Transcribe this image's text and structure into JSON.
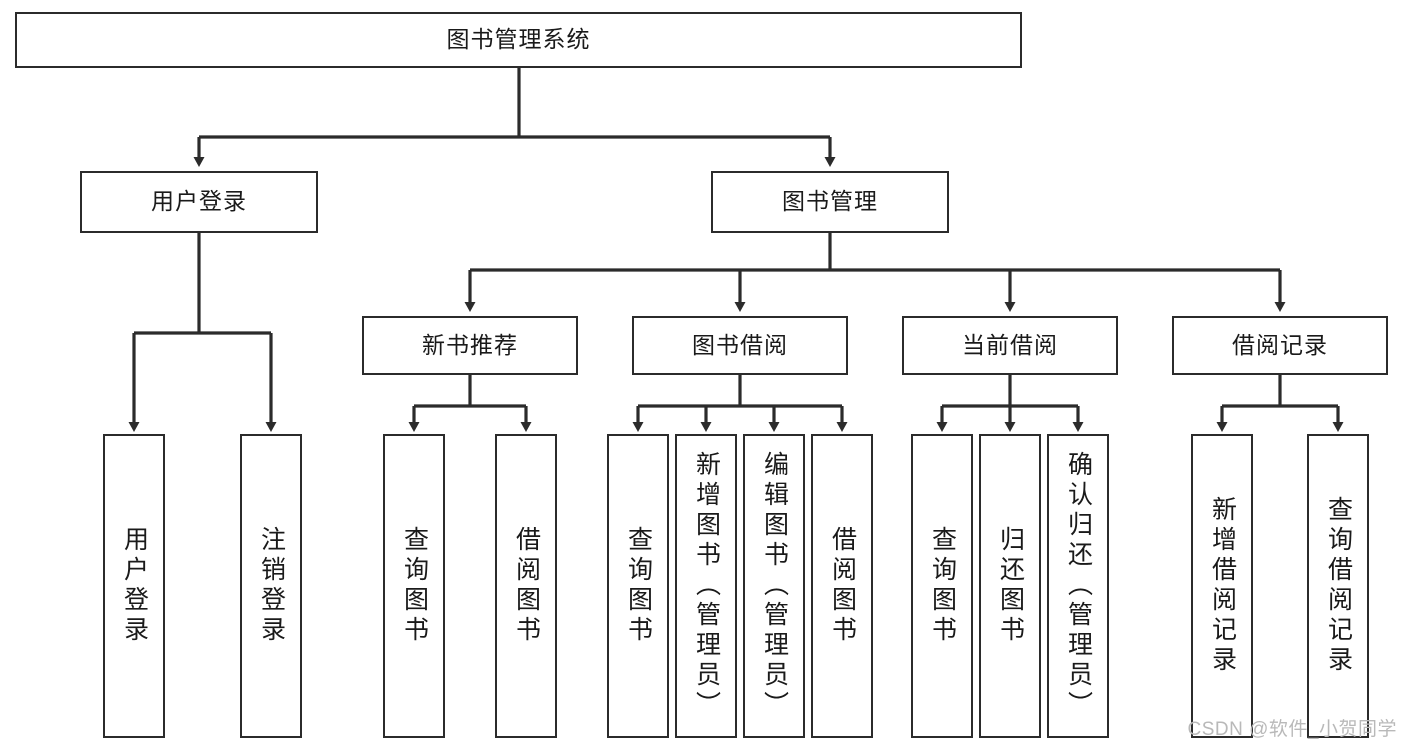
{
  "diagram": {
    "title": "图书管理系统",
    "type": "hierarchy-tree",
    "theme": {
      "background": "#ffffff",
      "box_border": "#2b2b2b",
      "box_fill": "#ffffff",
      "text": "#1a1a1a",
      "connector": "#2b2b2b",
      "watermark": "#b9b9b9"
    },
    "levels": {
      "root": "图书管理系统",
      "level2": [
        "用户登录",
        "图书管理"
      ],
      "level3": [
        "新书推荐",
        "图书借阅",
        "当前借阅",
        "借阅记录"
      ],
      "leaves": [
        "用户登录",
        "注销登录",
        "查询图书",
        "借阅图书",
        "查询图书",
        "新增图书（管理员）",
        "编辑图书（管理员）",
        "借阅图书",
        "查询图书",
        "归还图书",
        "确认归还（管理员）",
        "新增借阅记录",
        "查询借阅记录"
      ]
    },
    "nodes": {
      "root": {
        "label": "图书管理系统"
      },
      "user_login": {
        "label": "用户登录"
      },
      "book_manage": {
        "label": "图书管理"
      },
      "new_book_rec": {
        "label": "新书推荐"
      },
      "book_borrow": {
        "label": "图书借阅"
      },
      "current_borrow": {
        "label": "当前借阅"
      },
      "borrow_record": {
        "label": "借阅记录"
      },
      "leaf_user_login": {
        "label": "用户登录"
      },
      "leaf_logout": {
        "label": "注销登录"
      },
      "leaf_query_book_1": {
        "label": "查询图书"
      },
      "leaf_borrow_book_1": {
        "label": "借阅图书"
      },
      "leaf_query_book_2": {
        "label": "查询图书"
      },
      "leaf_add_book_admin": {
        "label": "新增图书（管理员）"
      },
      "leaf_edit_book_admin": {
        "label": "编辑图书（管理员）"
      },
      "leaf_borrow_book_2": {
        "label": "借阅图书"
      },
      "leaf_query_book_3": {
        "label": "查询图书"
      },
      "leaf_return_book": {
        "label": "归还图书"
      },
      "leaf_confirm_return_admin": {
        "label": "确认归还（管理员）"
      },
      "leaf_add_borrow_record": {
        "label": "新增借阅记录"
      },
      "leaf_query_borrow_record": {
        "label": "查询借阅记录"
      }
    },
    "watermark": "CSDN @软件_小贺同学"
  }
}
